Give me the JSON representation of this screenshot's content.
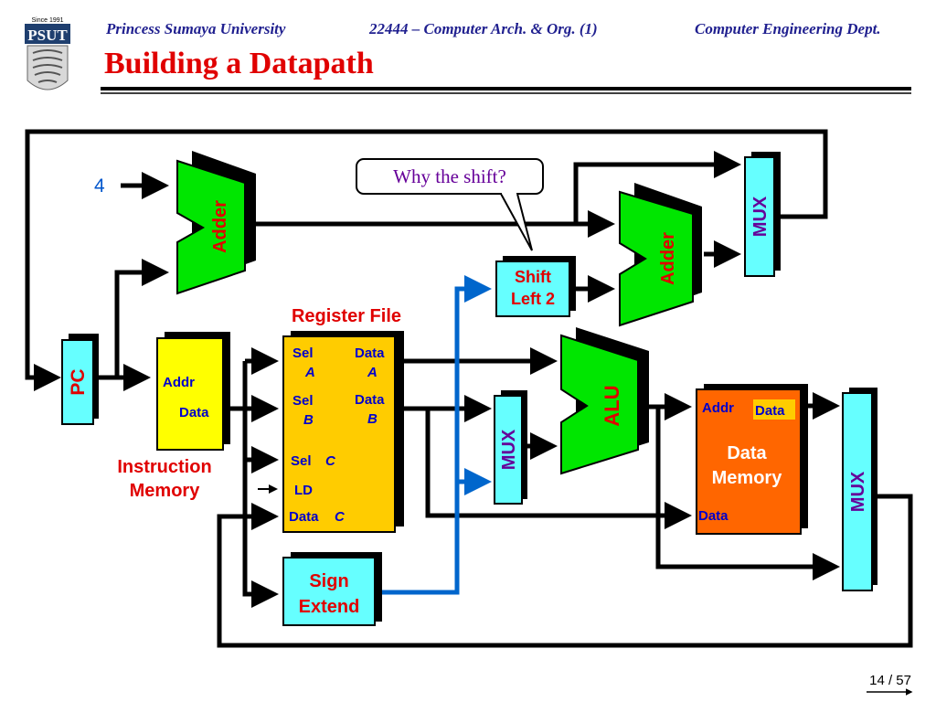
{
  "header": {
    "university": "Princess Sumaya University",
    "course": "22444 – Computer Arch. & Org. (1)",
    "department": "Computer Engineering Dept.",
    "title": "Building a Datapath"
  },
  "logo": {
    "top_text": "Since 1991",
    "name": "PSUT"
  },
  "callout": "Why the shift?",
  "constant": "4",
  "labels": {
    "adder1": "Adder",
    "adder2": "Adder",
    "mux_top": "MUX",
    "mux_alu": "MUX",
    "mux_mem": "MUX",
    "shift": [
      "Shift",
      "Left 2"
    ],
    "pc": "PC",
    "alu": "ALU",
    "register_file_title": "Register File",
    "instr_mem": [
      "Instruction",
      "Memory"
    ],
    "instr_addr": "Addr",
    "instr_data": "Data",
    "reg_sel": "Sel",
    "reg_data": "Data",
    "reg_A": "A",
    "reg_B": "B",
    "reg_sel_c": "Sel",
    "reg_C": "C",
    "reg_ld": "LD",
    "reg_data_c": "Data",
    "sign_extend": [
      "Sign",
      "Extend"
    ],
    "dmem_addr": "Addr",
    "dmem_data_out": "Data",
    "dmem_title": [
      "Data",
      "Memory"
    ],
    "dmem_data_in": "Data"
  },
  "page_number": "14 / 57",
  "colors": {
    "adder": "#00e600",
    "alu": "#00e600",
    "mux": "#66ffff",
    "pc": "#66ffff",
    "instr_mem": "#ffff00",
    "reg_file": "#ffcc00",
    "sign_extend": "#66ffff",
    "shift": "#66ffff",
    "data_mem": "#ff6600",
    "wire": "#000000",
    "highlight_wire": "#0066cc",
    "label_red": "#e00000",
    "label_purple": "#660099",
    "label_blue": "#0000cc"
  }
}
